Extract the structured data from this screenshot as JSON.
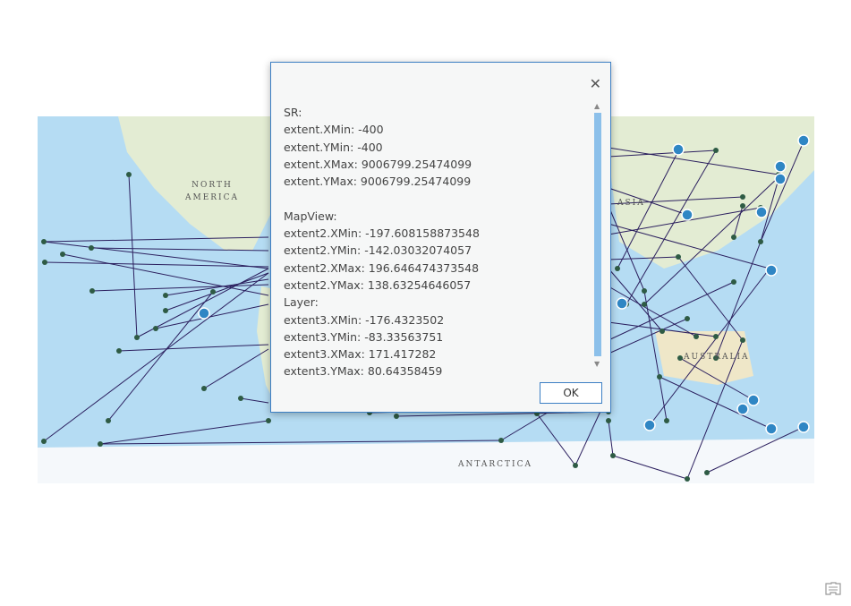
{
  "map": {
    "labels": {
      "north_america": "NORTH AMERICA",
      "asia": "ASIA",
      "australia": "AUSTRALIA",
      "antarctica": "ANTARCTICA"
    }
  },
  "dialog": {
    "close_icon": "close-icon",
    "lines": [
      "SR:",
      "extent.XMin: -400",
      "extent.YMin: -400",
      "extent.XMax: 9006799.25474099",
      "extent.YMax: 9006799.25474099",
      "",
      "MapView:",
      "extent2.XMin: -197.608158873548",
      "extent2.YMin: -142.03032074057",
      "extent2.XMax: 196.646474373548",
      "extent2.YMax: 138.63254646057",
      "Layer:",
      "extent3.XMin: -176.4323502",
      "extent3.YMin: -83.33563751",
      "extent3.XMax: 171.417282",
      "extent3.YMax: 80.64358459"
    ],
    "ok_label": "OK"
  },
  "colors": {
    "ocean": "#b5dcf3",
    "land": "#e8eed8",
    "line": "#2b1f5e",
    "point": "#2e5b44",
    "cluster": "#2f86c4"
  }
}
